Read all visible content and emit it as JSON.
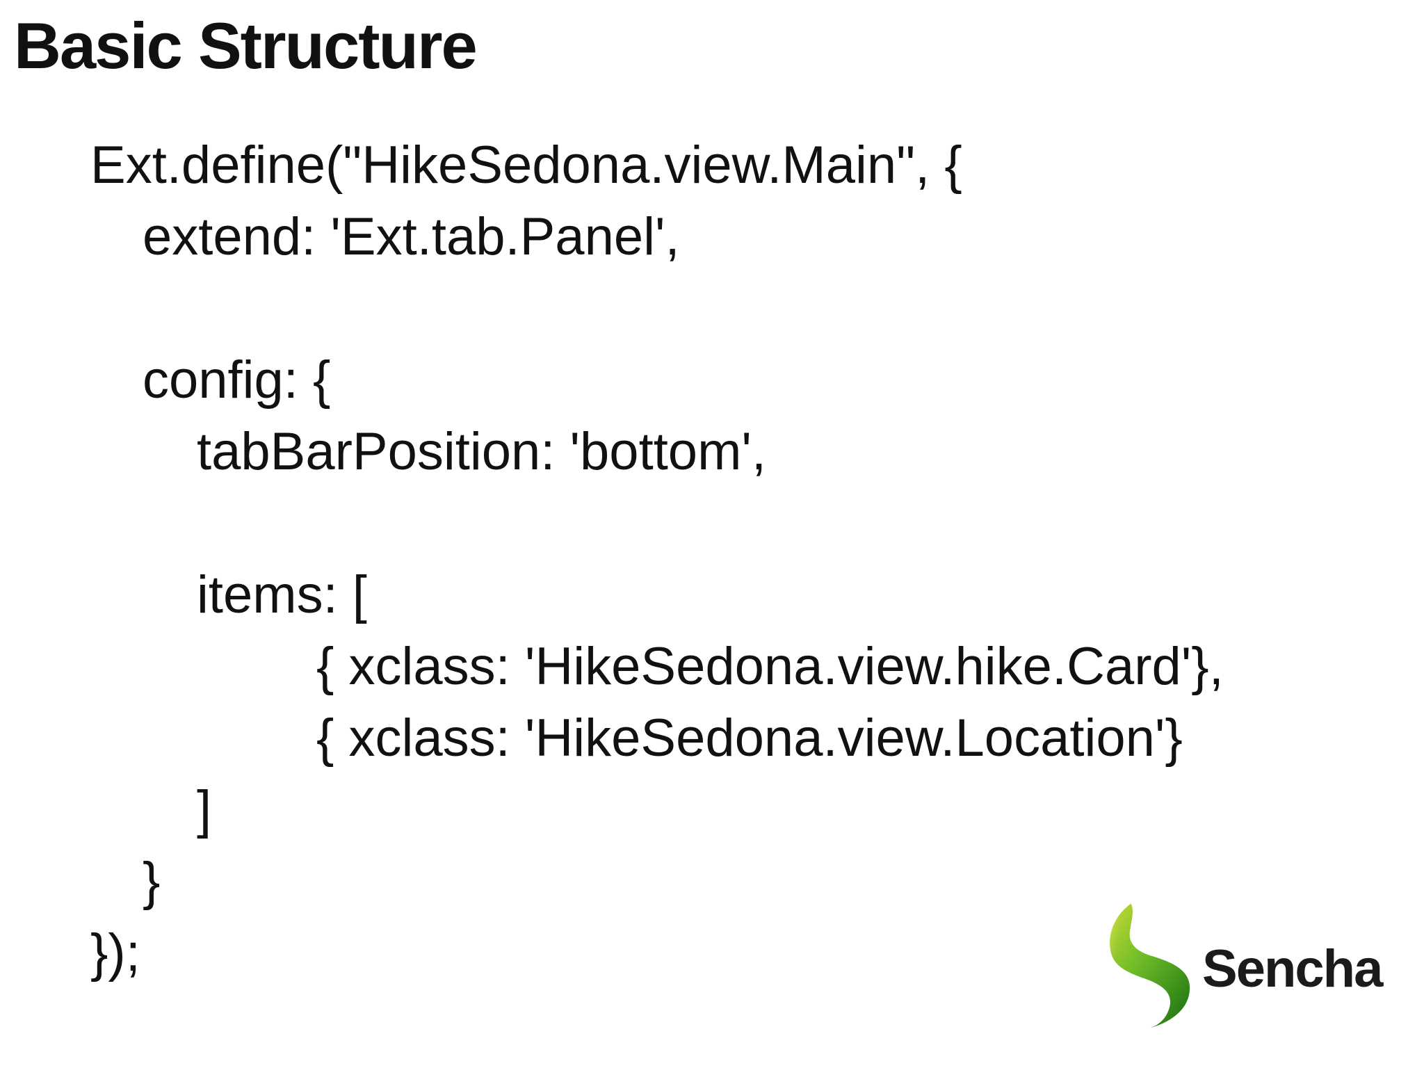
{
  "slide": {
    "title": "Basic Structure",
    "background_color": "#ffffff",
    "text_color": "#111111"
  },
  "code": {
    "lines": [
      {
        "text": "Ext.define(\"HikeSedona.view.Main\", {",
        "indent": 0
      },
      {
        "text": "extend: 'Ext.tab.Panel',",
        "indent": 1
      },
      {
        "text": "",
        "indent": 0
      },
      {
        "text": "config: {",
        "indent": 1
      },
      {
        "text": "tabBarPosition: 'bottom',",
        "indent": 2
      },
      {
        "text": "",
        "indent": 0
      },
      {
        "text": "items: [",
        "indent": 2
      },
      {
        "text": "{ xclass: 'HikeSedona.view.hike.Card'},",
        "indent": 3
      },
      {
        "text": "{ xclass: 'HikeSedona.view.Location'}",
        "indent": 3
      },
      {
        "text": "]",
        "indent": 2
      },
      {
        "text": "}",
        "indent": 1
      },
      {
        "text": "});",
        "indent": 0
      }
    ]
  },
  "logo": {
    "wordmark": "Sencha",
    "wordmark_color": "#1b1b1b",
    "leaf_colors": {
      "light": "#c6da31",
      "mid": "#6fbc29",
      "dark": "#227712"
    }
  }
}
